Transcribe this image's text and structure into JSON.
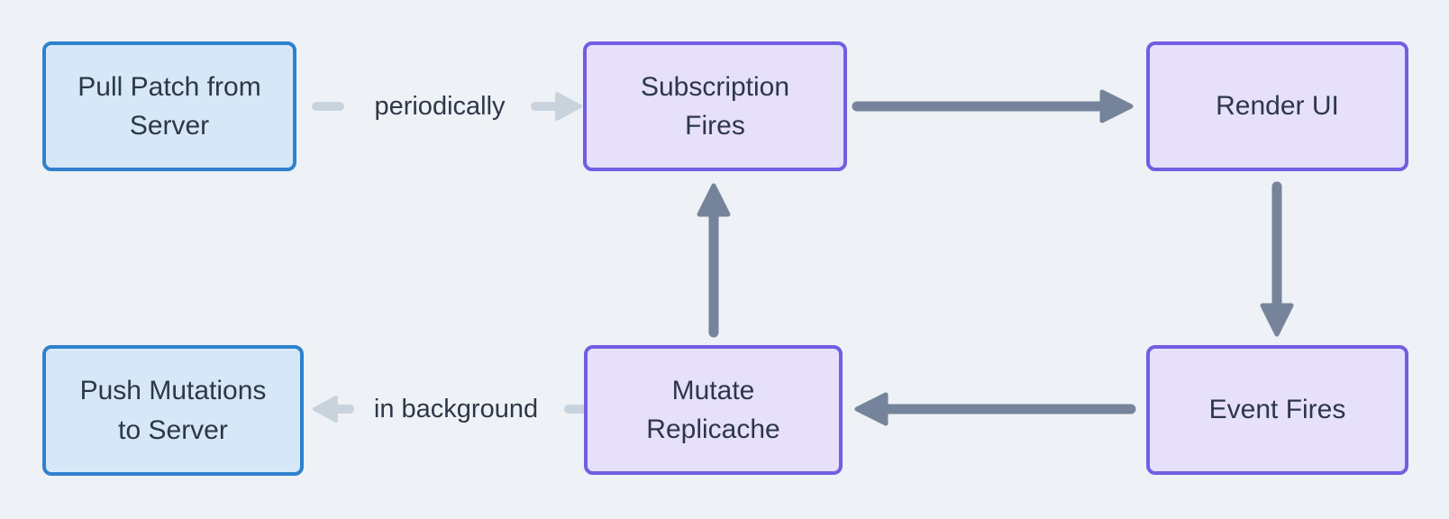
{
  "diagram": {
    "title": "",
    "nodes": [
      {
        "id": "pull-patch-from-server",
        "label": "Pull Patch from\nServer",
        "style": "blue"
      },
      {
        "id": "subscription-fires",
        "label": "Subscription\nFires",
        "style": "purple"
      },
      {
        "id": "render-ui",
        "label": "Render UI",
        "style": "purple"
      },
      {
        "id": "push-mutations-to-server",
        "label": "Push Mutations\nto Server",
        "style": "blue"
      },
      {
        "id": "mutate-replicache",
        "label": "Mutate\nReplicache",
        "style": "purple"
      },
      {
        "id": "event-fires",
        "label": "Event Fires",
        "style": "purple"
      }
    ],
    "edges": [
      {
        "from": "pull-patch-from-server",
        "to": "subscription-fires",
        "label": "periodically",
        "style": "light-dashed",
        "direction": "right"
      },
      {
        "from": "subscription-fires",
        "to": "render-ui",
        "label": "",
        "style": "solid",
        "direction": "right"
      },
      {
        "from": "render-ui",
        "to": "event-fires",
        "label": "",
        "style": "solid",
        "direction": "down"
      },
      {
        "from": "event-fires",
        "to": "mutate-replicache",
        "label": "",
        "style": "solid",
        "direction": "left"
      },
      {
        "from": "mutate-replicache",
        "to": "subscription-fires",
        "label": "",
        "style": "solid",
        "direction": "up"
      },
      {
        "from": "mutate-replicache",
        "to": "push-mutations-to-server",
        "label": "in background",
        "style": "light-dashed",
        "direction": "left"
      }
    ],
    "colors": {
      "background": "#eef1f5",
      "blue_node_fill": "#d6e7f8",
      "blue_node_border": "#2f81ce",
      "purple_node_fill": "#e6e0fa",
      "purple_node_border": "#715ee2",
      "arrow_solid": "#75849a",
      "arrow_light": "#c9d3de",
      "text": "#2d3748"
    }
  }
}
